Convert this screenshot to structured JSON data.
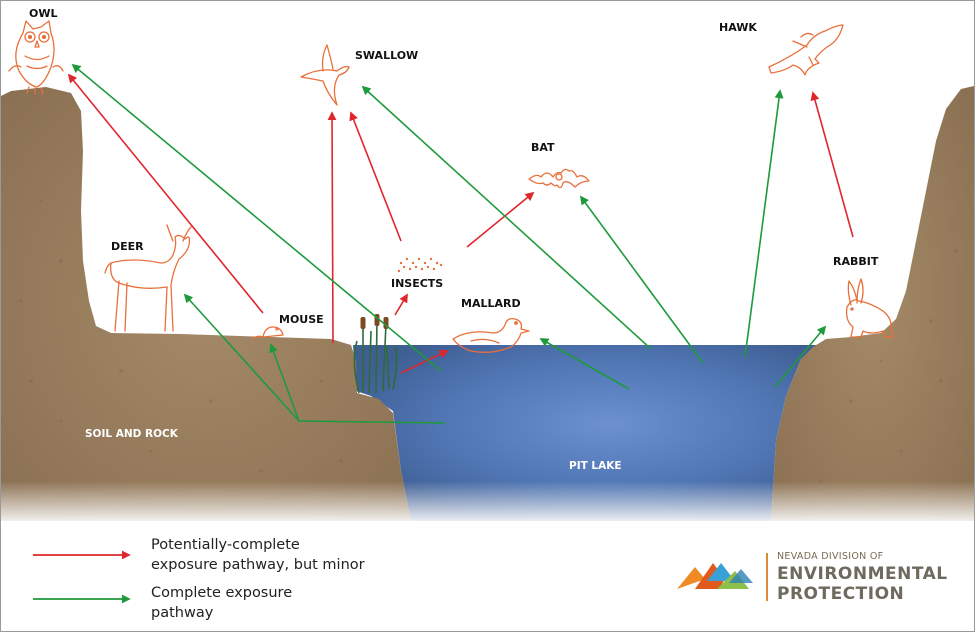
{
  "labels": {
    "owl": "OWL",
    "swallow": "SWALLOW",
    "hawk": "HAWK",
    "bat": "BAT",
    "deer": "DEER",
    "insects": "INSECTS",
    "rabbit": "RABBIT",
    "mouse": "MOUSE",
    "mallard": "MALLARD",
    "soil": "SOIL AND ROCK",
    "lake": "PIT LAKE"
  },
  "legend": {
    "minor_line1": "Potentially-complete",
    "minor_line2": "exposure pathway, but minor",
    "complete_line1": "Complete exposure",
    "complete_line2": "pathway"
  },
  "logo": {
    "small": "NEVADA DIVISION OF",
    "line1": "ENVIRONMENTAL",
    "line2": "PROTECTION"
  },
  "colors": {
    "minor_pathway": "#e0262c",
    "complete_pathway": "#1e9a3c",
    "soil": "#9a8060",
    "lake": "#4f74ad",
    "animal_outline": "#e8703a"
  }
}
